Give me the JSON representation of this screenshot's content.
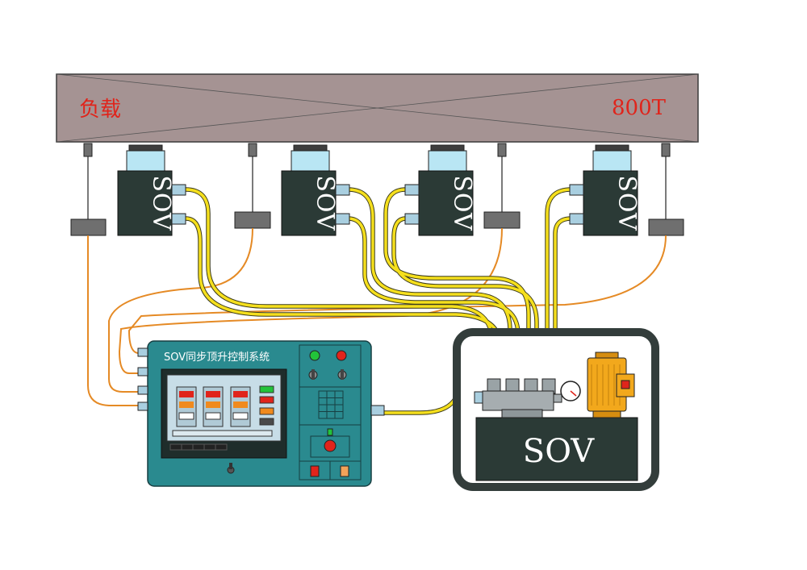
{
  "load": {
    "label": "负载",
    "capacity": "800T"
  },
  "jacks": [
    {
      "label": "SOV"
    },
    {
      "label": "SOV"
    },
    {
      "label": "SOV"
    },
    {
      "label": "SOV"
    }
  ],
  "control_cabinet": {
    "title": "SOV同步顶升控制系统"
  },
  "pump_station": {
    "label": "SOV"
  },
  "colors": {
    "beam": "#a59393",
    "jack_body": "#2b3a36",
    "jack_cap": "#b9e6f4",
    "hose_hydraulic": "#f5df1d",
    "cable_signal": "#e58a25",
    "cabinet": "#2a8a8f",
    "motor": "#f2a81c",
    "label_red": "#e0241b"
  }
}
